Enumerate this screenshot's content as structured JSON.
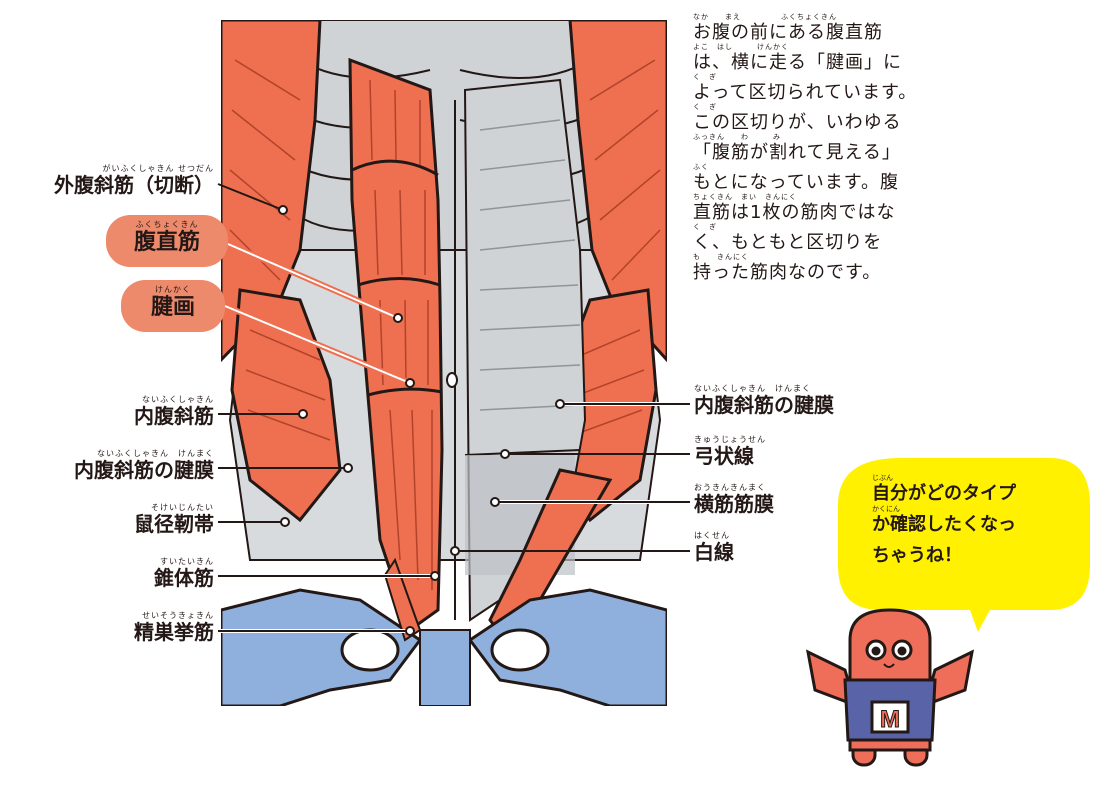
{
  "paragraph": {
    "lines": [
      {
        "ruby": "なか　　まえ　　　　　ふくちょくきん",
        "text": "お腹の前にある腹直筋"
      },
      {
        "ruby": "よこ　はし　　　けんかく",
        "text": "は、横に走る「腱画」に"
      },
      {
        "ruby": "く　ぎ",
        "text": "よって区切られています。"
      },
      {
        "ruby": "く　ぎ",
        "text": "この区切りが、いわゆる"
      },
      {
        "ruby": "ふっきん　　わ　　　み",
        "text": "「腹筋が割れて見える」"
      },
      {
        "ruby": "ふく",
        "text": "もとになっています。腹"
      },
      {
        "ruby": "ちょくきん　まい　きんにく",
        "text": "直筋は1枚の筋肉ではな"
      },
      {
        "ruby": "く　ぎ",
        "text": "く、もともと区切りを"
      },
      {
        "ruby": "も　　きんにく",
        "text": "持った筋肉なのです。"
      }
    ]
  },
  "labels": {
    "external_oblique": {
      "ruby": "がいふくしゃきん せつだん",
      "text": "外腹斜筋（切断）"
    },
    "rectus_abdominis": {
      "ruby": "ふくちょくきん",
      "text": "腹直筋"
    },
    "tendinous_intersection": {
      "ruby": "けんかく",
      "text": "腱画"
    },
    "internal_oblique": {
      "ruby": "ないふくしゃきん",
      "text": "内腹斜筋"
    },
    "internal_oblique_aponeurosis_left": {
      "ruby": "ないふくしゃきん　けんまく",
      "text": "内腹斜筋の腱膜"
    },
    "inguinal_ligament": {
      "ruby": "そけいじんたい",
      "text": "鼠径靭帯"
    },
    "pyramidalis": {
      "ruby": "すいたいきん",
      "text": "錐体筋"
    },
    "cremaster": {
      "ruby": "せいそうきょきん",
      "text": "精巣挙筋"
    },
    "internal_oblique_aponeurosis_right": {
      "ruby": "ないふくしゃきん　けんまく",
      "text": "内腹斜筋の腱膜"
    },
    "arcuate_line": {
      "ruby": "きゅうじょうせん",
      "text": "弓状線"
    },
    "transversalis_fascia": {
      "ruby": "おうきんきんまく",
      "text": "横筋筋膜"
    },
    "linea_alba": {
      "ruby": "はくせん",
      "text": "白線"
    }
  },
  "bubble": {
    "lines": [
      {
        "ruby": "じぶん",
        "text": "自分がどのタイプ"
      },
      {
        "ruby": "かくにん",
        "text": "か確認したくなっ"
      },
      {
        "ruby": "",
        "text": "ちゃうね！"
      }
    ]
  },
  "mascot": {
    "shirt_letter": "M"
  },
  "colors": {
    "muscle": "#ee7050",
    "muscle_dark": "#c94b30",
    "tendon": "#cfd3d6",
    "bone": "#8fb0dd",
    "outline": "#231815",
    "pill": "#ee8a6c",
    "bubble": "#fff100",
    "mascot_body": "#ee6e5a",
    "mascot_shirt": "#5963a8"
  }
}
